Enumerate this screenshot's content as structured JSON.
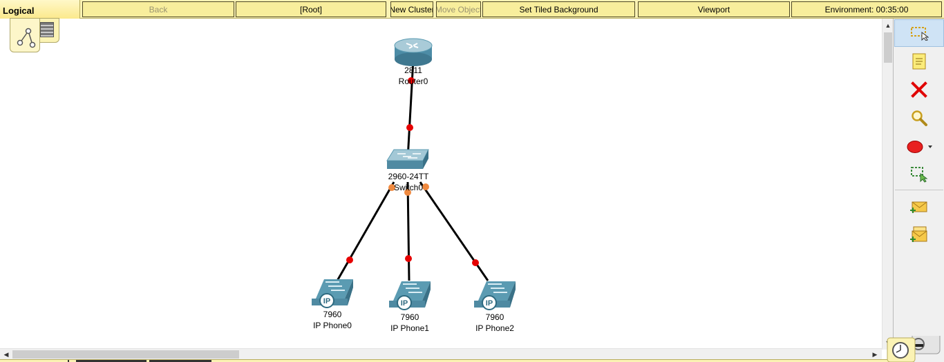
{
  "toolbar": {
    "logical_label": "Logical",
    "back_label": "Back",
    "root_label": "[Root]",
    "new_cluster_label": "New Cluster",
    "move_object_label": "Move Object",
    "set_tiled_background_label": "Set Tiled Background",
    "viewport_label": "Viewport",
    "environment_label": "Environment: 00:35:00"
  },
  "devices": {
    "router0": {
      "model": "2811",
      "name": "Router0"
    },
    "switch0": {
      "model": "2960-24TT",
      "name": "Switch0"
    },
    "ipphone0": {
      "model": "7960",
      "name": "IP Phone0",
      "badge": "IP"
    },
    "ipphone1": {
      "model": "7960",
      "name": "IP Phone1",
      "badge": "IP"
    },
    "ipphone2": {
      "model": "7960",
      "name": "IP Phone2",
      "badge": "IP"
    }
  },
  "links": [
    {
      "from": "Router0",
      "to": "Switch0",
      "status_color": "#e60000"
    },
    {
      "from": "Switch0",
      "to": "IP Phone0",
      "switch_end_color": "#f08a40",
      "phone_end_color": "#e60000"
    },
    {
      "from": "Switch0",
      "to": "IP Phone1",
      "switch_end_color": "#f08a40",
      "phone_end_color": "#e60000"
    },
    {
      "from": "Switch0",
      "to": "IP Phone2",
      "switch_end_color": "#f08a40",
      "phone_end_color": "#e60000"
    }
  ],
  "right_tools": [
    {
      "icon": "select-icon",
      "selected": true
    },
    {
      "icon": "note-icon"
    },
    {
      "icon": "delete-icon"
    },
    {
      "icon": "inspect-icon"
    },
    {
      "icon": "draw-ellipse-icon"
    },
    {
      "icon": "resize-shape-icon"
    },
    {
      "icon": "add-simple-pdu-icon"
    },
    {
      "icon": "add-complex-pdu-icon"
    }
  ],
  "colors": {
    "toolbar_bg": "#fbf3b4",
    "button_bg": "#f8ee9c",
    "link_up": "#e60000",
    "link_pending": "#f08a40",
    "device_blue": "#5b9bb2"
  }
}
